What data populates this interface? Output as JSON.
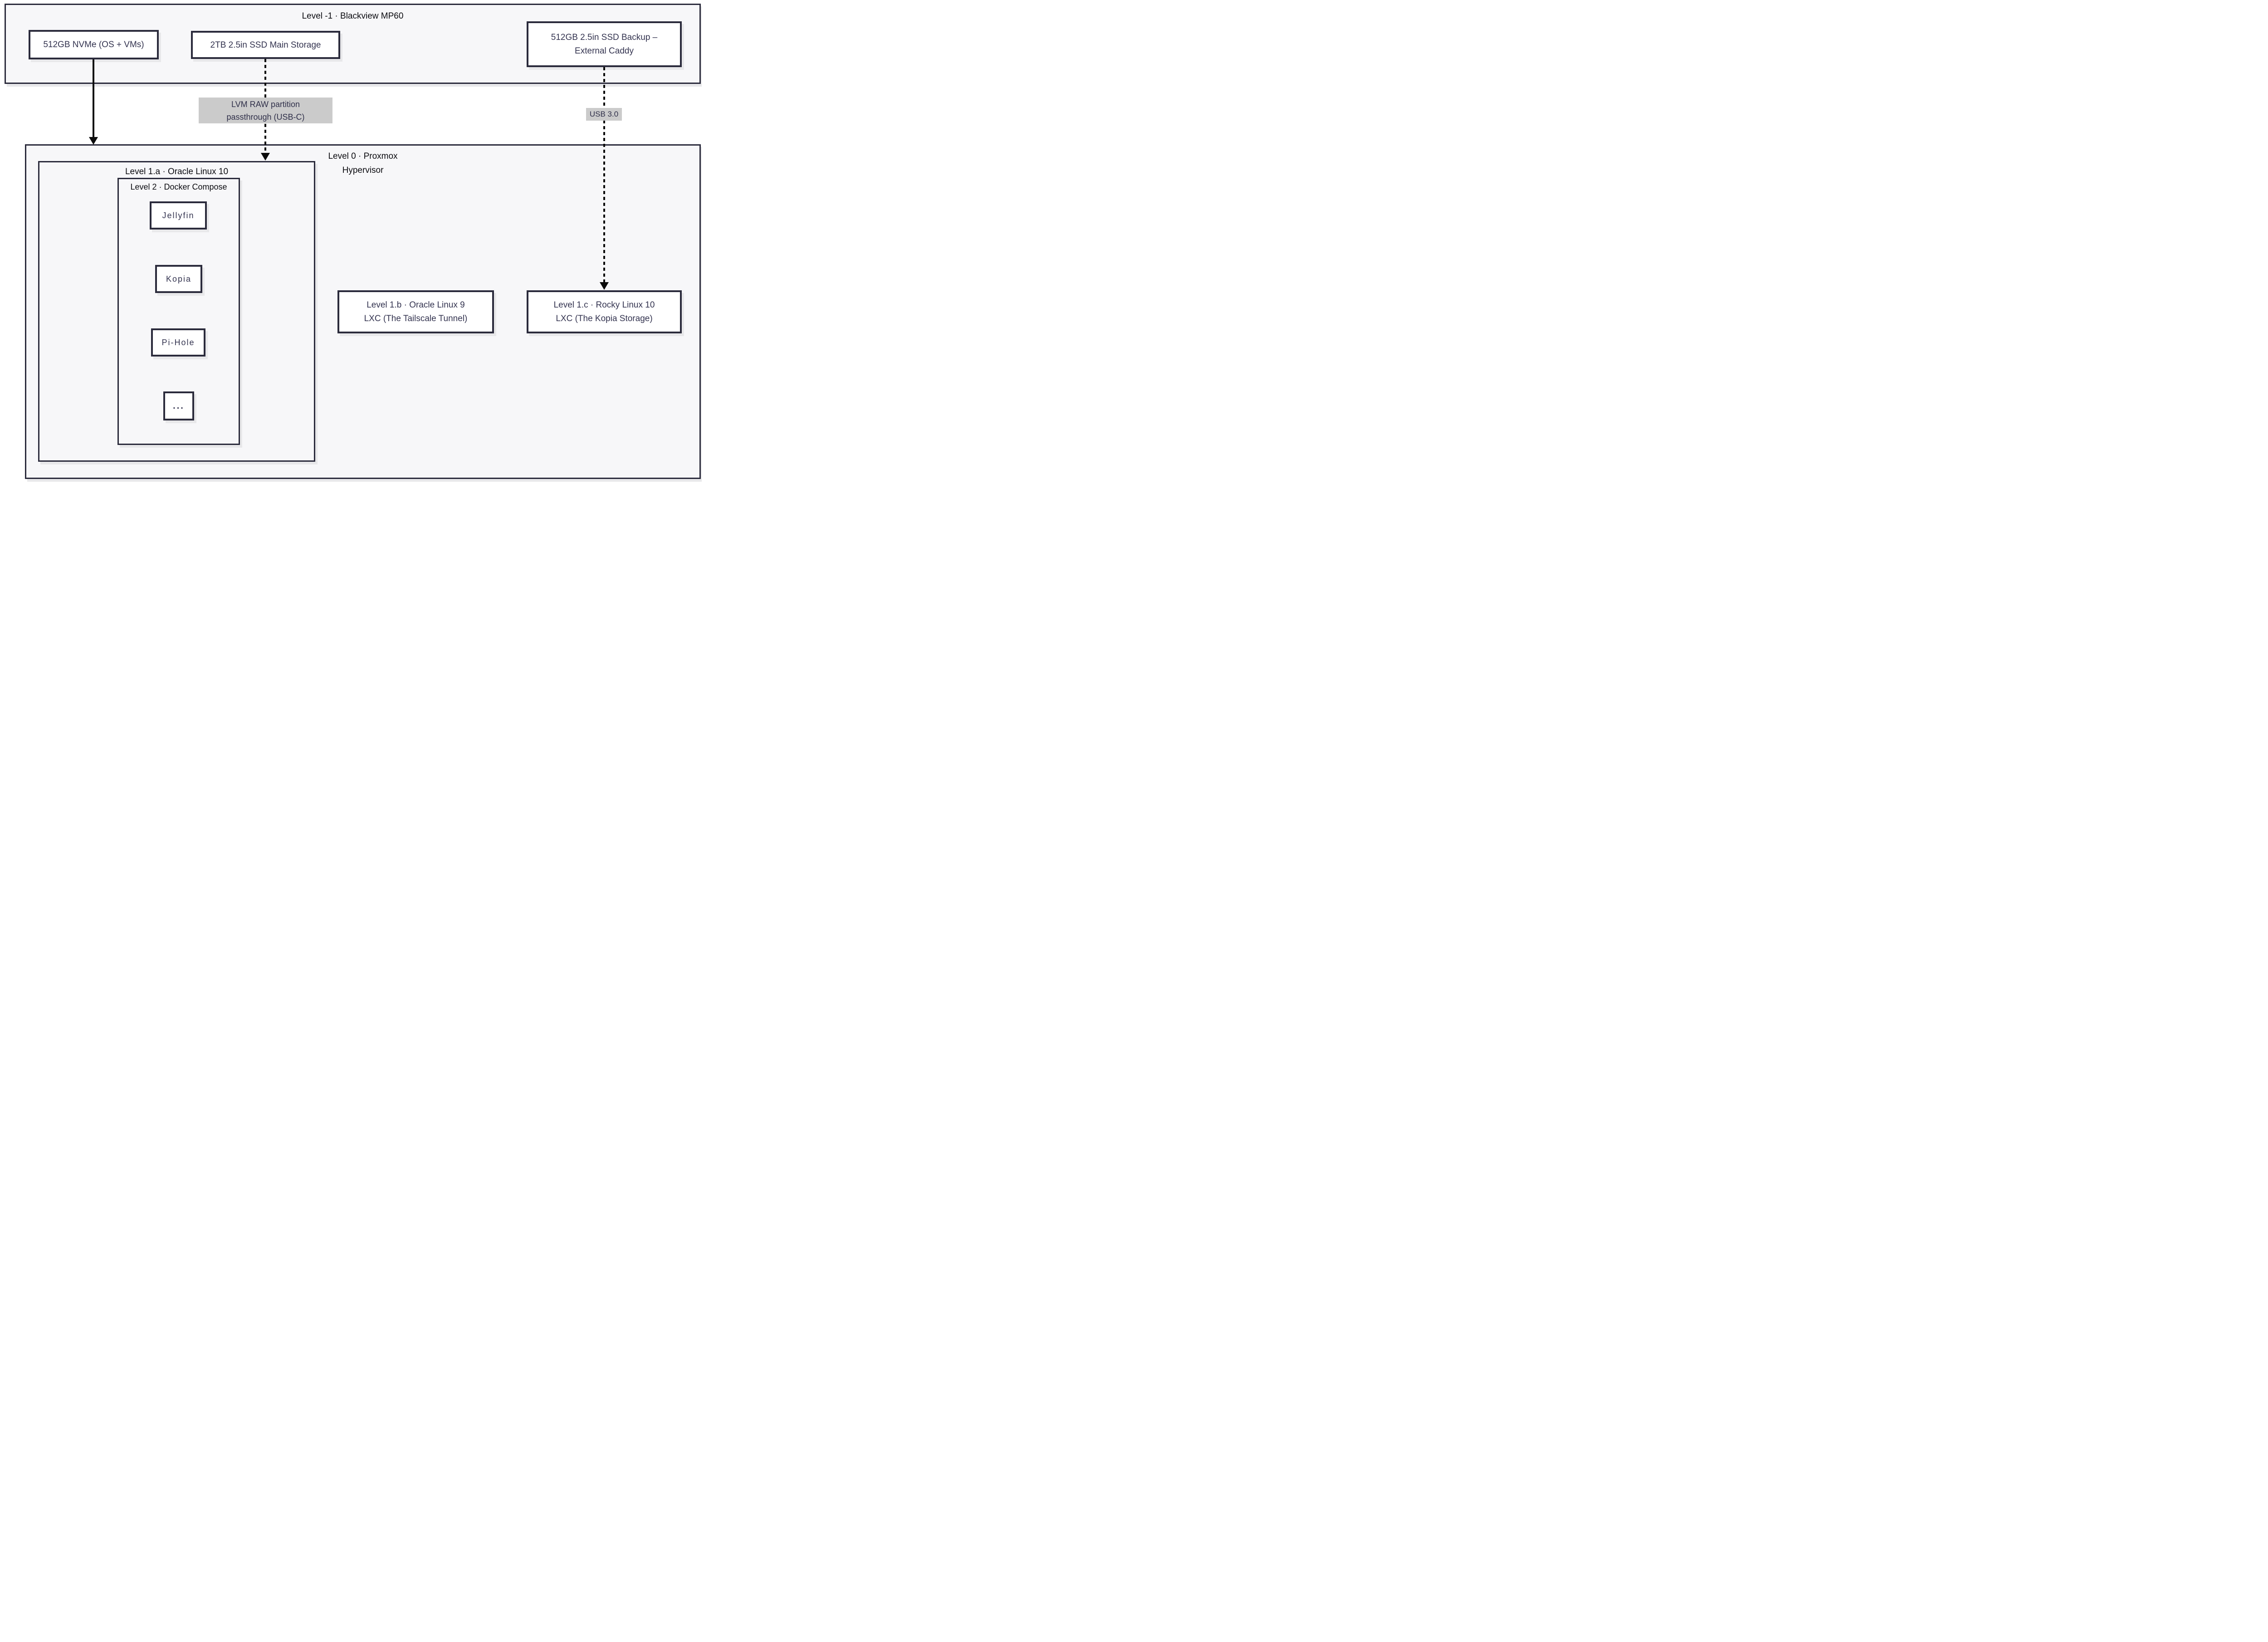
{
  "diagram": {
    "clusters": {
      "blackview": {
        "title": "Level -1 · Blackview MP60"
      },
      "proxmox": {
        "title_lines": [
          "Level 0 · Proxmox",
          "Hypervisor"
        ]
      },
      "oracle_vm": {
        "title": "Level 1.a · Oracle Linux 10"
      },
      "docker": {
        "title": "Level 2 · Docker Compose"
      }
    },
    "nodes": {
      "nvme": {
        "label": "512GB NVMe (OS + VMs)"
      },
      "ssd_main": {
        "label": "2TB 2.5in SSD Main Storage"
      },
      "ssd_backup": {
        "lines": [
          "512GB 2.5in SSD Backup –",
          "External Caddy"
        ]
      },
      "jellyfin": {
        "label": "Jellyfin"
      },
      "kopia": {
        "label": "Kopia"
      },
      "pihole": {
        "label": "Pi-Hole"
      },
      "ellipsis": {
        "label": "..."
      },
      "lxc_tailscale": {
        "lines": [
          "Level 1.b · Oracle Linux 9",
          "LXC (The Tailscale Tunnel)"
        ]
      },
      "lxc_kopia": {
        "lines": [
          "Level 1.c · Rocky Linux 10",
          "LXC (The Kopia Storage)"
        ]
      }
    },
    "edge_labels": {
      "lvm": {
        "lines": [
          "LVM RAW partition",
          "passthrough (USB-C)"
        ]
      },
      "usb": {
        "label": "USB 3.0"
      }
    },
    "colors": {
      "cluster_fill": "#f7f7f9",
      "border": "#2b2b3c",
      "node_fill": "#ffffff",
      "node_text": "#343450",
      "title_text": "#0b0b10",
      "edge_label_bg": "#cbcbcb",
      "arrow": "#0c0c0c",
      "shadow": "#e8e8ea"
    }
  }
}
